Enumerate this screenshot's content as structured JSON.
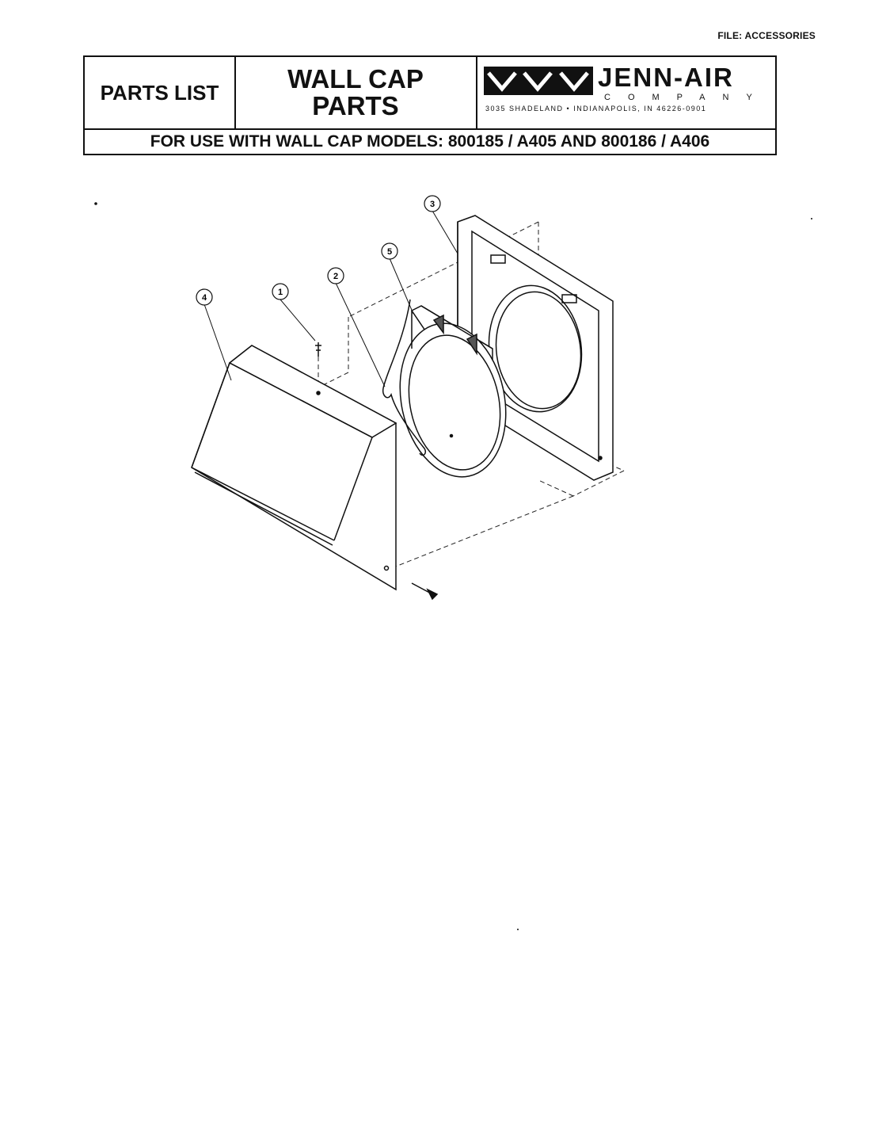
{
  "file_label": "FILE: ACCESSORIES",
  "header": {
    "parts_list": "PARTS LIST",
    "title_line1": "WALL CAP",
    "title_line2": "PARTS",
    "brand": "JENN-AIR",
    "company": "COMPANY",
    "address": "3035  SHADELAND  •  INDIANAPOLIS,  IN  46226-0901",
    "models": "FOR USE WITH WALL CAP MODELS: 800185 / A405  AND 800186 / A406"
  },
  "callouts": [
    {
      "label": "1"
    },
    {
      "label": "2"
    },
    {
      "label": "3"
    },
    {
      "label": "4"
    },
    {
      "label": "5"
    }
  ],
  "icons": {
    "logo": "jenn-air-logo-icon"
  }
}
